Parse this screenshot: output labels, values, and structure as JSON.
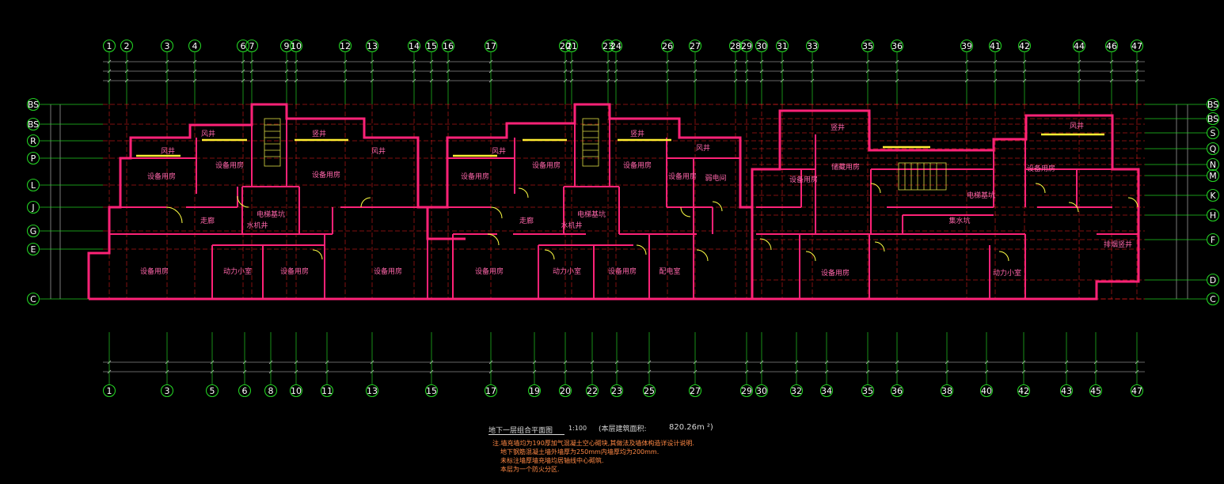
{
  "drawing": {
    "title": "地下一层组合平面图",
    "scale": "1:100",
    "area_label": "(本层建筑面积:",
    "area_value": "820.26m ²)",
    "notes": [
      "注.墙充墙均为190厚加气混凝土空心砌块,其做法及墙体构造详设计说明.",
      "地下钢筋混凝土墙外墙厚为250mm内墙厚均为200mm.",
      "未标注墙厚墙充墙均居轴线中心砌筑.",
      "本层为一个防火分区."
    ]
  },
  "axes_top": [
    "1",
    "2",
    "3",
    "4",
    "6",
    "7",
    "9",
    "10",
    "12",
    "13",
    "14",
    "15",
    "16",
    "17",
    "20",
    "21",
    "23",
    "24",
    "26",
    "27",
    "28",
    "29",
    "30",
    "31",
    "33",
    "35",
    "36",
    "39",
    "41",
    "42",
    "44",
    "46",
    "47"
  ],
  "axes_bottom": [
    "1",
    "3",
    "5",
    "6",
    "8",
    "10",
    "11",
    "13",
    "15",
    "17",
    "19",
    "20",
    "22",
    "23",
    "25",
    "27",
    "29",
    "30",
    "32",
    "34",
    "35",
    "36",
    "38",
    "40",
    "42",
    "43",
    "45",
    "47"
  ],
  "axes_left": [
    "BS",
    "BS",
    "R",
    "P",
    "L",
    "J",
    "G",
    "E",
    "C"
  ],
  "axes_right": [
    "BS",
    "BS",
    "S",
    "Q",
    "N",
    "M",
    "K",
    "H",
    "F",
    "D",
    "C"
  ],
  "rooms": [
    "设备用房",
    "设备用房",
    "设备用房",
    "设备用房",
    "设备用房",
    "设备用房",
    "设备用房",
    "设备用房",
    "设备用房",
    "设备用房",
    "设备用房",
    "设备用房",
    "设备用房",
    "设备用房",
    "设备用房",
    "动力小室",
    "动力小室",
    "动力小室",
    "配电室",
    "储藏用房",
    "弱电间",
    "走廊",
    "走廊",
    "风井",
    "风井",
    "风井",
    "风井",
    "风井",
    "风井",
    "竖井",
    "竖井",
    "竖井",
    "电梯基坑",
    "电梯基坑",
    "电梯基坑",
    "水机井",
    "水机井",
    "排烟竖井",
    "集水坑"
  ],
  "colors": {
    "background": "#000000",
    "wall": "#ff2277",
    "wall_core": "#5566ff",
    "grid": "#ff2222",
    "axis": "#22cc22",
    "door": "#ffff44",
    "text": "#ffffff",
    "note_text": "#ff8844"
  }
}
